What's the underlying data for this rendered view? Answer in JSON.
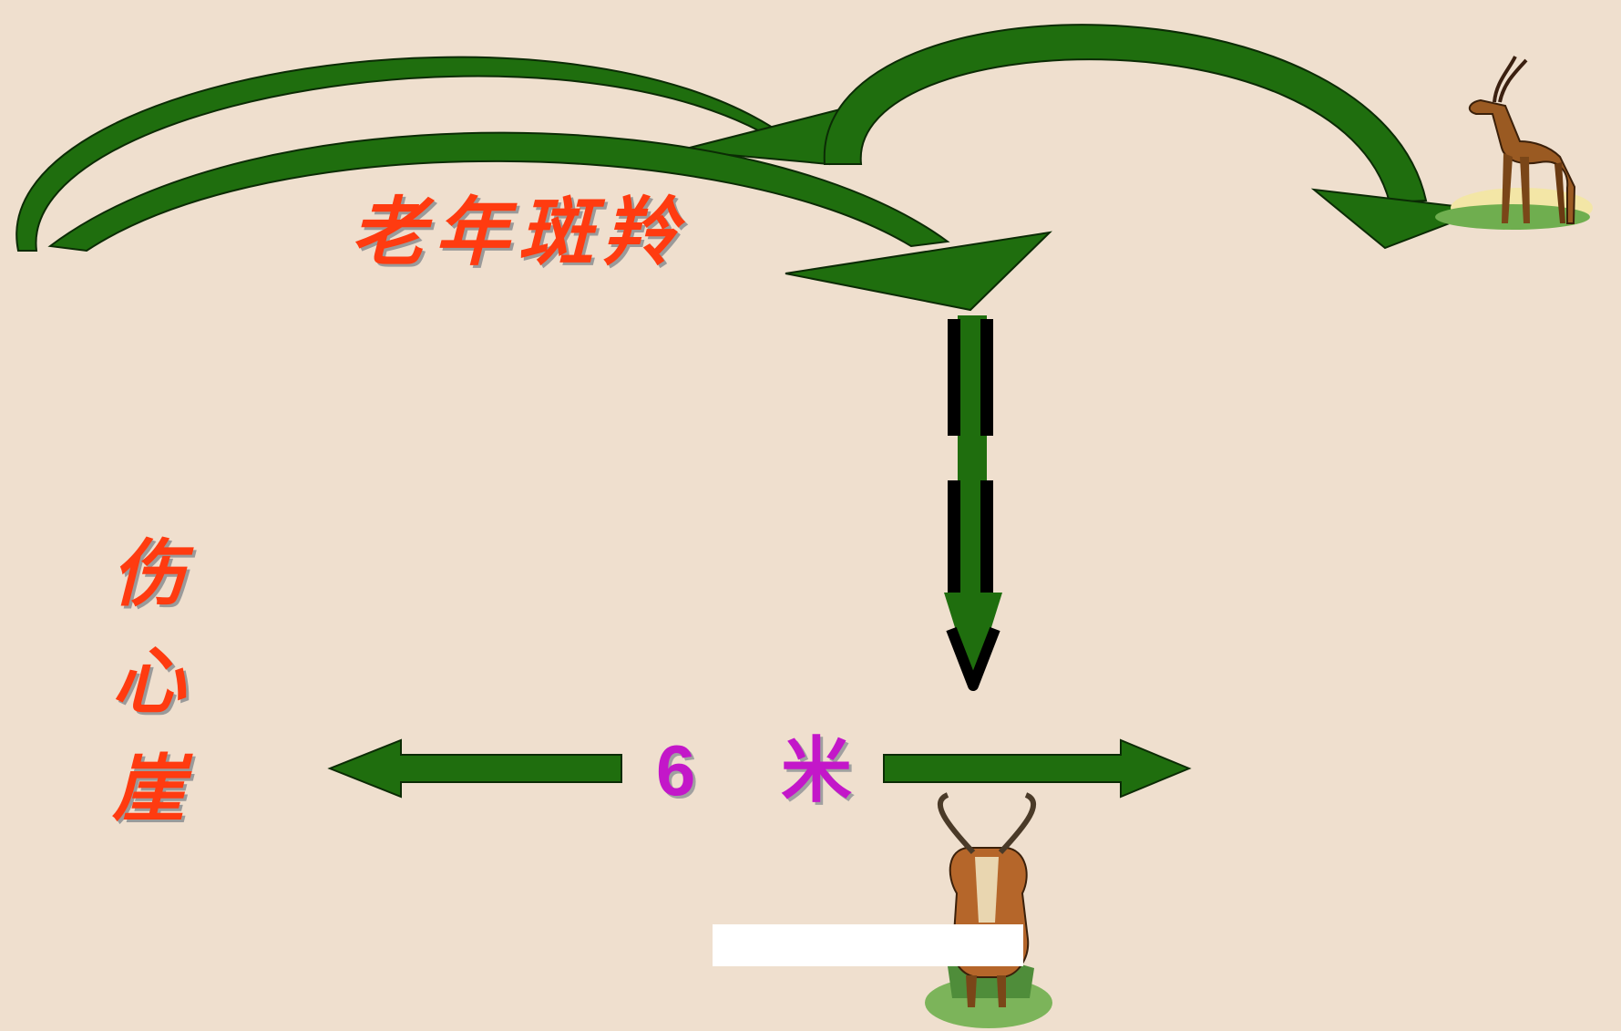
{
  "title_label": "老年斑羚",
  "cliff_label": "伤心崖",
  "distance_label": "6 米",
  "colors": {
    "background": "#efdfce",
    "arrow_green": "#1f6e0e",
    "arrow_outline": "#0b2b05",
    "label_red": "#ff3b10",
    "label_purple": "#c317c9"
  },
  "icons": [
    "antelope-standing-icon",
    "antelope-front-icon"
  ]
}
